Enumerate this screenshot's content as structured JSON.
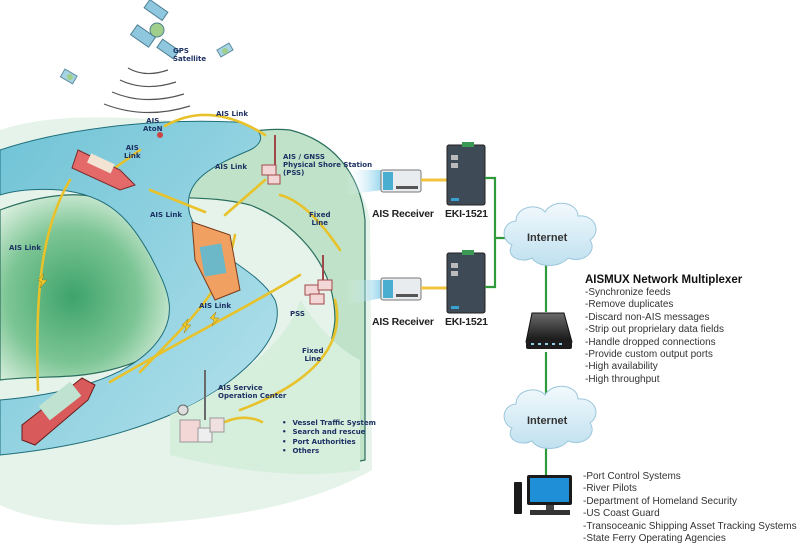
{
  "map_labels": {
    "gps_satellite": [
      "GPS",
      "Satellite"
    ],
    "ais_aton": [
      "AIS",
      "AtoN"
    ],
    "ais_link_top": "AIS Link",
    "ais_link_ship": [
      "AIS",
      "Link"
    ],
    "ais_link_shore": "AIS Link",
    "ais_link_mid": "AIS Link",
    "ais_link_left": "AIS Link",
    "ais_link_lower": "AIS Link",
    "pss_station": [
      "AIS / GNSS",
      "Physical Shore Station",
      "(PSS)"
    ],
    "fixed_line_upper": [
      "Fixed",
      "Line"
    ],
    "pss": "PSS",
    "fixed_line_lower": [
      "Fixed",
      "Line"
    ],
    "service_center": [
      "AIS Service",
      "Operation Center"
    ],
    "service_users": [
      "Vessel Traffic System",
      "Search and rescue",
      "Port Authorities",
      "Others"
    ]
  },
  "devices": {
    "receiver_top": "AIS Receiver",
    "gateway_top": "EKI-1521",
    "receiver_bottom": "AIS Receiver",
    "gateway_bottom": "EKI-1521",
    "internet_top": "Internet",
    "internet_bottom": "Internet"
  },
  "multiplexer": {
    "title": "AISMUX Network Multiplexer",
    "features": [
      "-Synchronize feeds",
      "-Remove duplicates",
      "-Discard non-AIS messages",
      "-Strip out proprielary data fields",
      "-Handle dropped connections",
      "-Provide custom output ports",
      "-High availability",
      "-High throughput"
    ]
  },
  "consumers": [
    "-Port Control Systems",
    "-River Pilots",
    "-Department of Homeland Security",
    "-US Coast Guard",
    "-Transoceanic Shipping Asset Tracking Systems",
    "-State Ferry Operating Agencies"
  ],
  "colors": {
    "link_yellow": "#e8c22a",
    "network_green": "#2e9a3a",
    "river": "#9fd6e3",
    "land": "#6fb98a",
    "label_navy": "#1d3163"
  }
}
